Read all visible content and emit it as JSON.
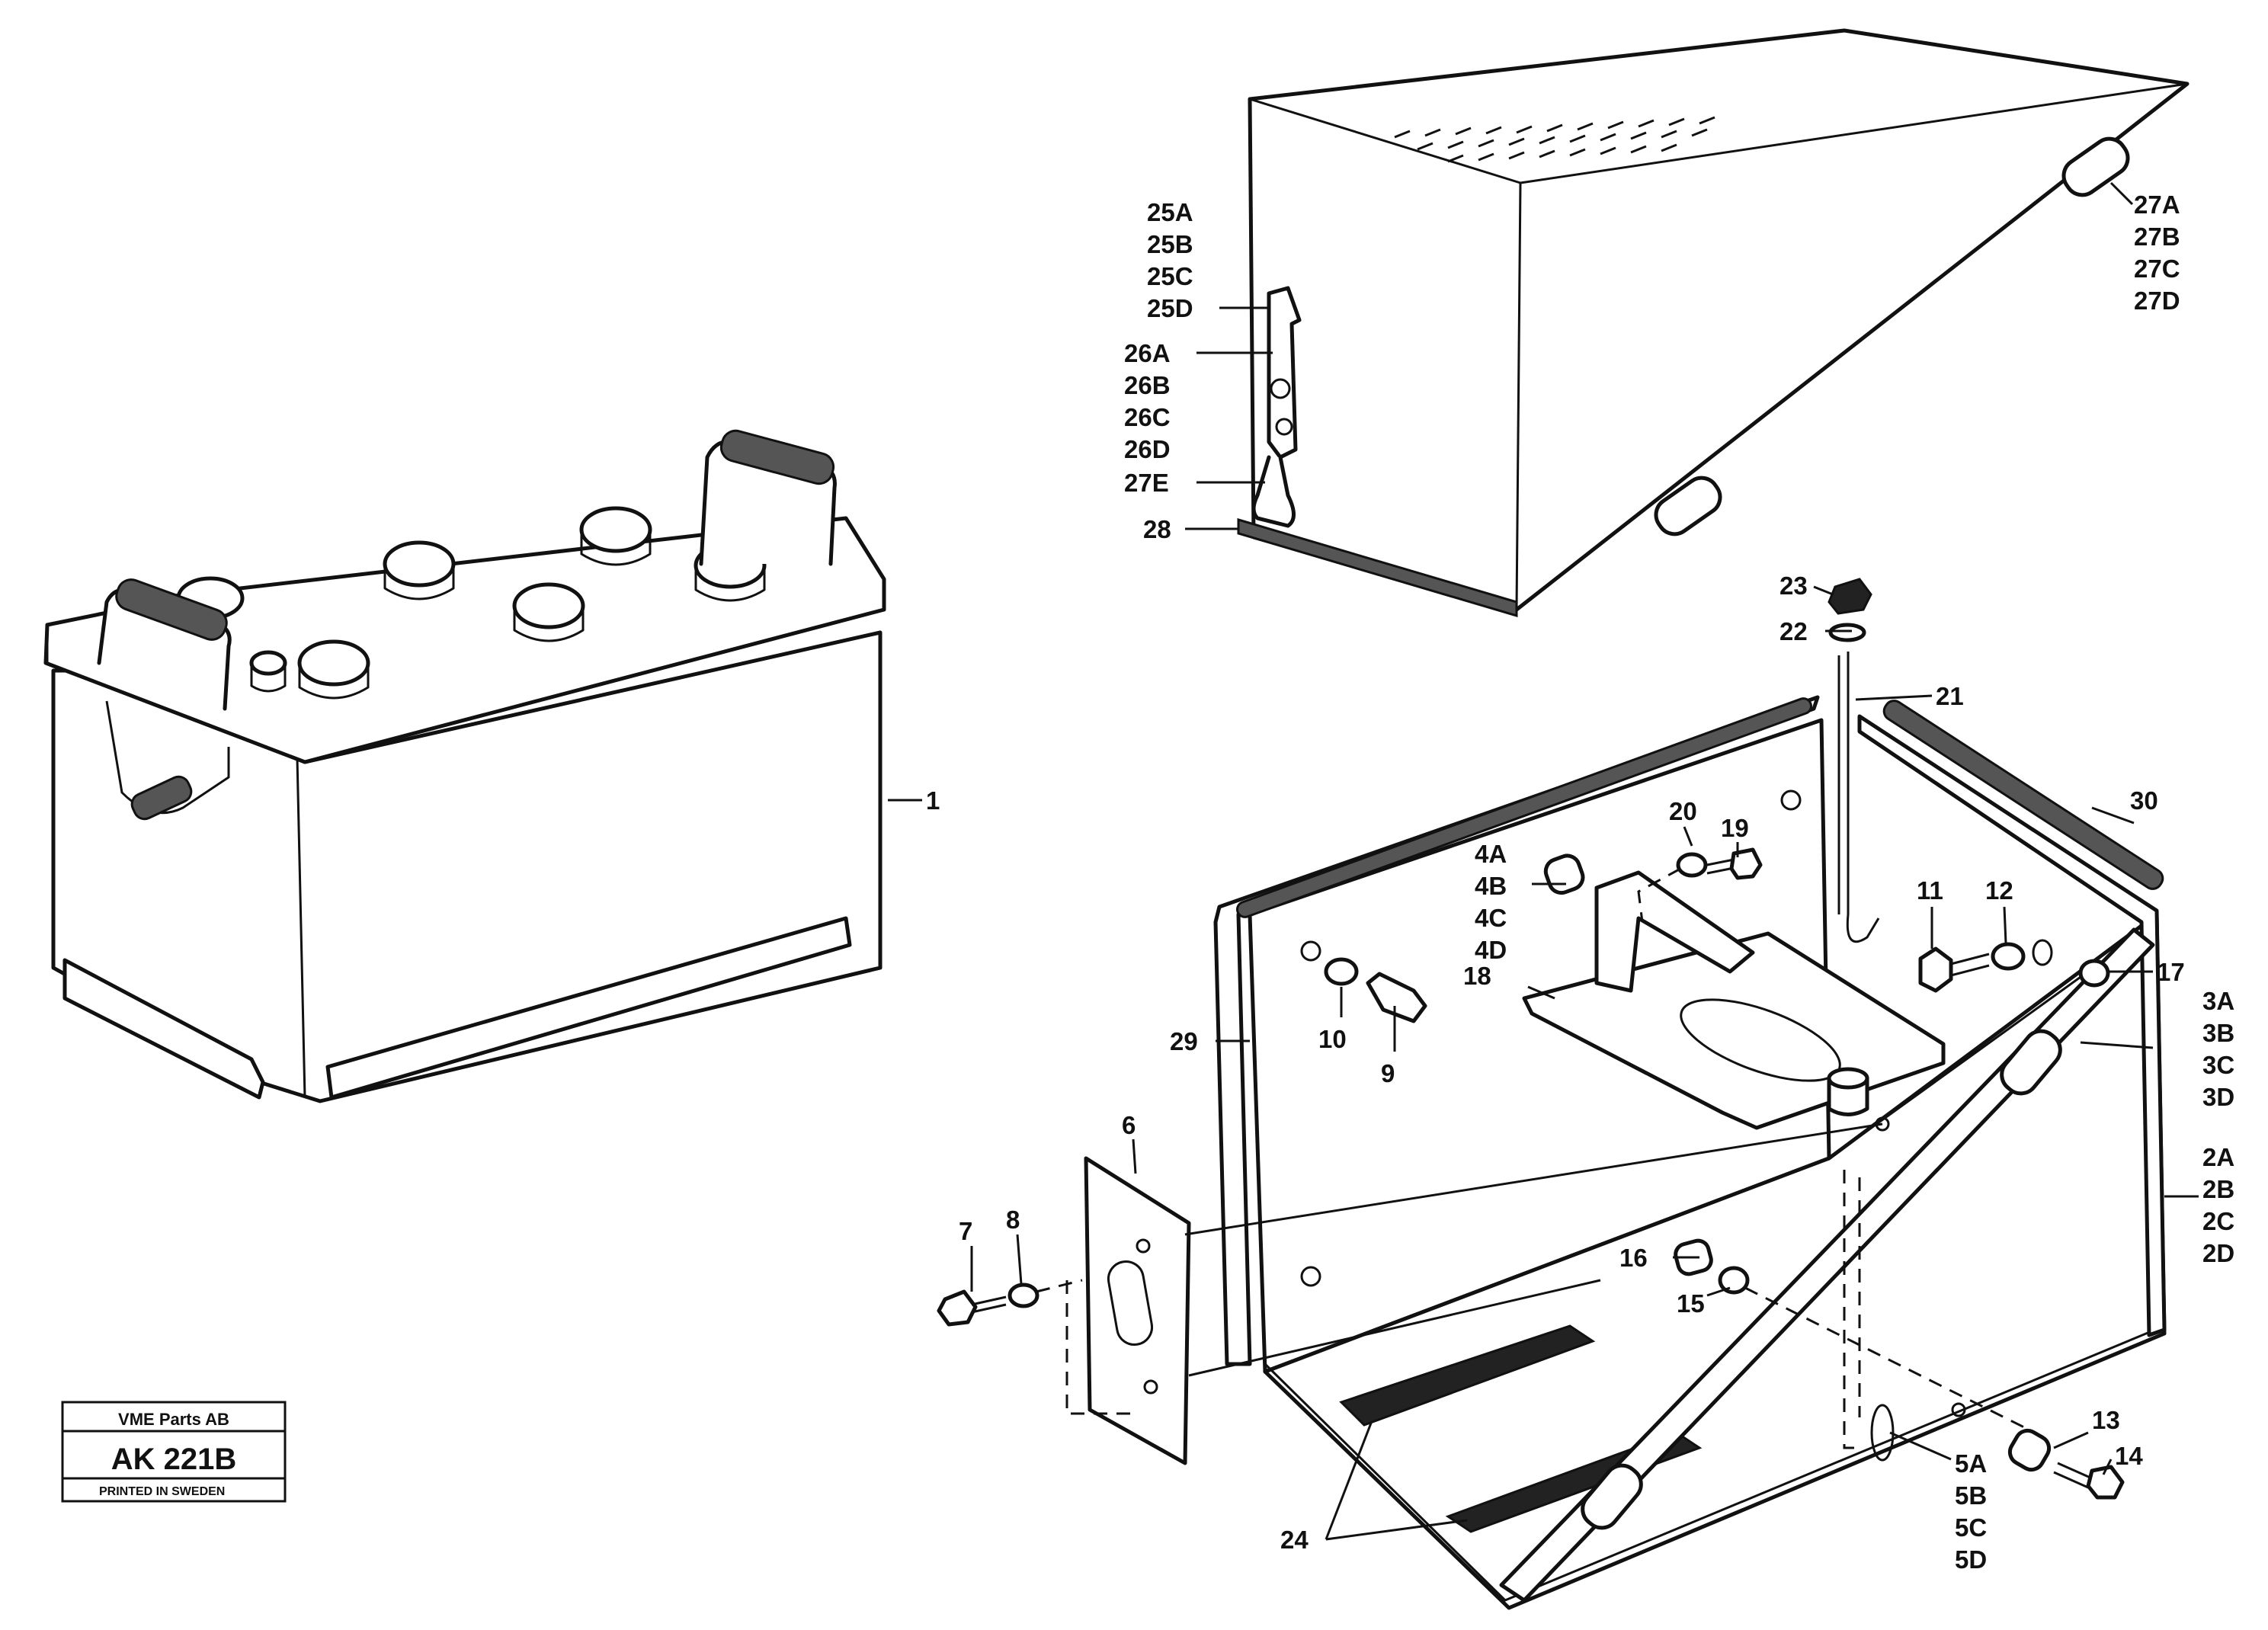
{
  "stamp": {
    "company": "VME Parts AB",
    "code": "AK 221B",
    "printed": "PRINTED IN SWEDEN"
  },
  "labels": {
    "l1": "1",
    "l2": [
      "2A",
      "2B",
      "2C",
      "2D"
    ],
    "l3": [
      "3A",
      "3B",
      "3C",
      "3D"
    ],
    "l4": [
      "4A",
      "4B",
      "4C",
      "4D"
    ],
    "l5": [
      "5A",
      "5B",
      "5C",
      "5D"
    ],
    "l6": "6",
    "l7": "7",
    "l8": "8",
    "l9": "9",
    "l10": "10",
    "l11": "11",
    "l12": "12",
    "l13": "13",
    "l14": "14",
    "l15": "15",
    "l16": "16",
    "l17": "17",
    "l18": "18",
    "l19": "19",
    "l20": "20",
    "l21": "21",
    "l22": "22",
    "l23": "23",
    "l24": "24",
    "l25": [
      "25A",
      "25B",
      "25C",
      "25D"
    ],
    "l26": [
      "26A",
      "26B",
      "26C",
      "26D"
    ],
    "l27": [
      "27A",
      "27B",
      "27C",
      "27D"
    ],
    "l27e": "27E",
    "l28": "28",
    "l29": "29",
    "l30": "30"
  }
}
